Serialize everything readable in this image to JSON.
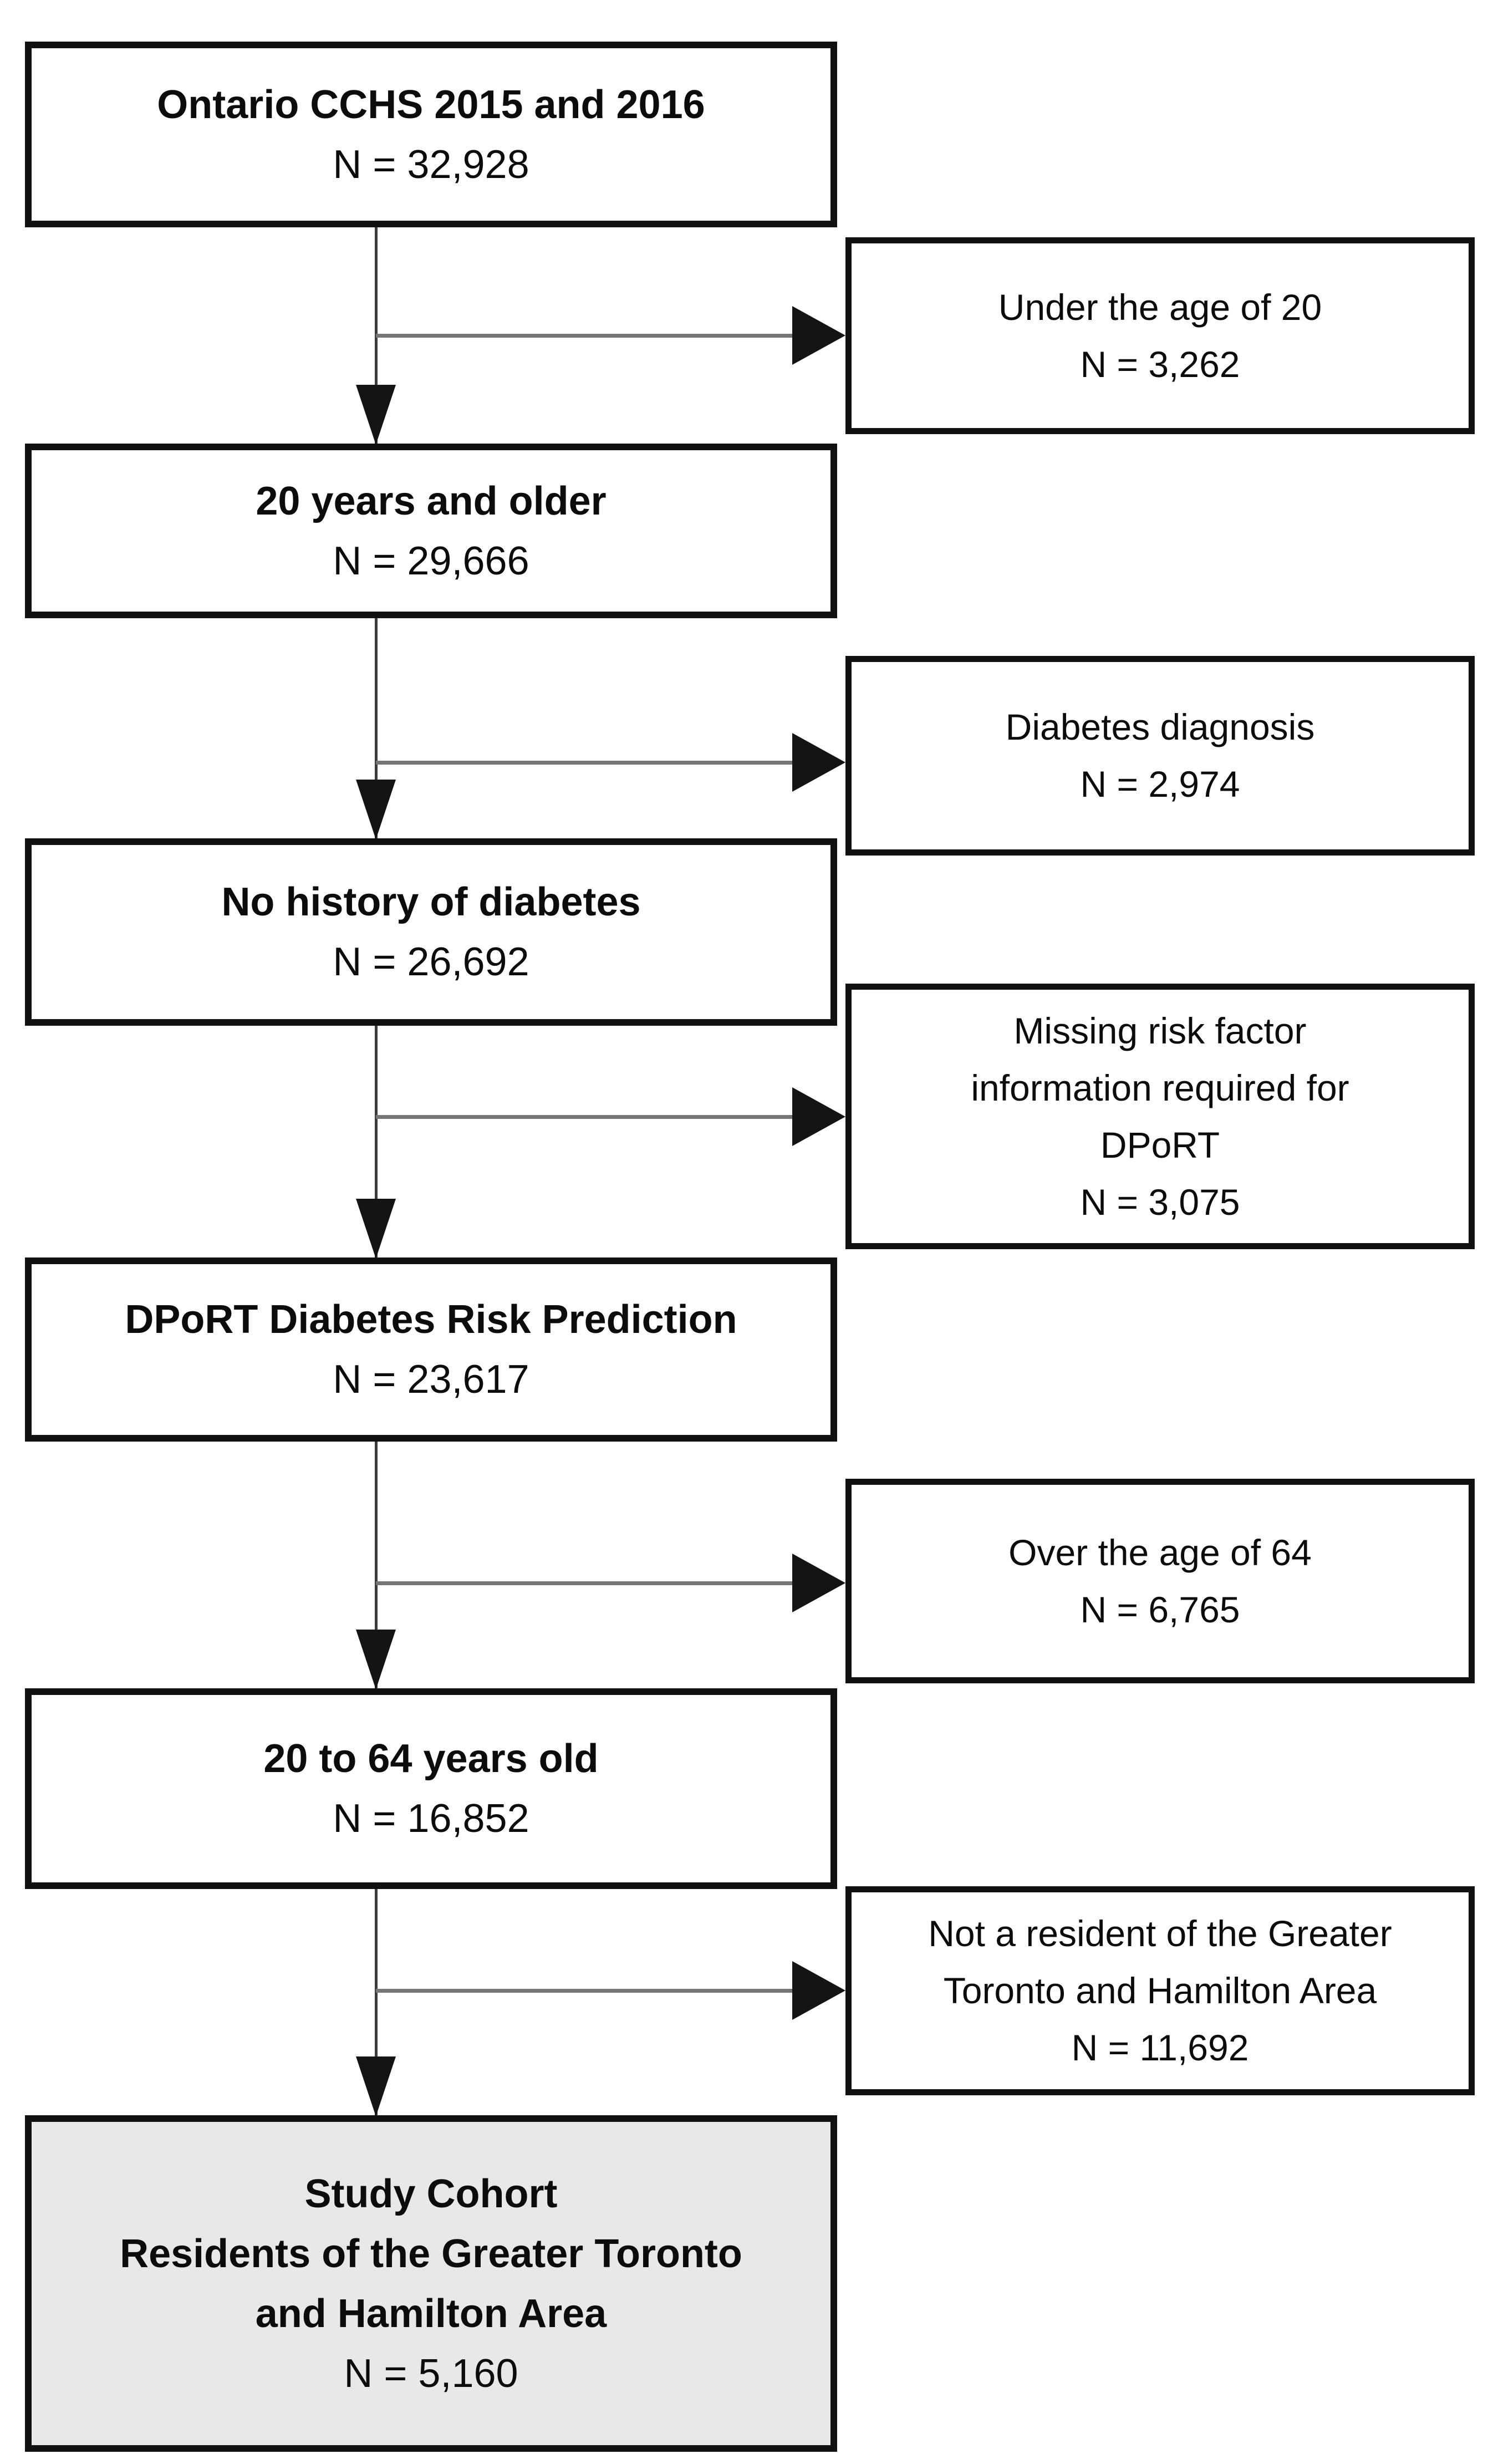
{
  "flow": {
    "main_boxes": [
      {
        "title": "Ontario CCHS 2015 and 2016",
        "n": "N = 32,928"
      },
      {
        "title": "20 years and older",
        "n": "N = 29,666"
      },
      {
        "title": "No history of diabetes",
        "n": "N = 26,692"
      },
      {
        "title": "DPoRT Diabetes Risk Prediction",
        "n": "N = 23,617"
      },
      {
        "title": "20 to 64 years old",
        "n": "N = 16,852"
      },
      {
        "title": "Study Cohort\nResidents of the Greater Toronto\nand Hamilton Area",
        "n": "N = 5,160"
      }
    ],
    "exclusion_boxes": [
      {
        "text": "Under the age of 20",
        "n": "N = 3,262"
      },
      {
        "text": "Diabetes diagnosis",
        "n": "N = 2,974"
      },
      {
        "text": "Missing risk factor\ninformation required for\nDPoRT",
        "n": "N = 3,075"
      },
      {
        "text": "Over the age of 64",
        "n": "N = 6,765"
      },
      {
        "text": "Not a resident of the Greater\nToronto and Hamilton Area",
        "n": "N = 11,692"
      }
    ]
  },
  "colors": {
    "box_border": "#111111",
    "box_fill": "#ffffff",
    "highlight_fill": "#e8e8e8",
    "connector": "#3c3c3c",
    "connector_h": "#767676",
    "arrowhead": "#141414",
    "background": "#ffffff"
  }
}
